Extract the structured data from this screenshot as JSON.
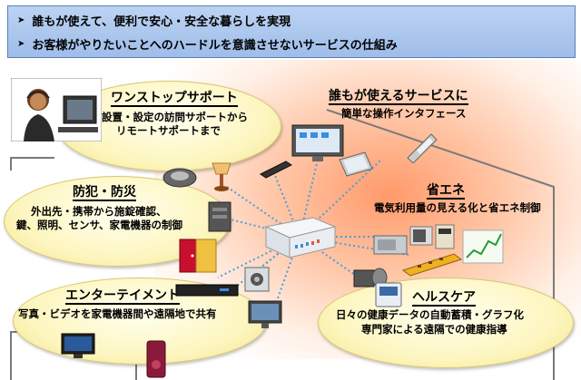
{
  "banner": {
    "lines": [
      "誰もが使えて、便利で安心・安全な暮らしを実現",
      "お客様がやりたいことへのハードルを意識させないサービスの仕組み"
    ]
  },
  "nodes": {
    "onestop": {
      "title": "ワンストップサポート",
      "desc": [
        "設置・設定の訪問サポートから",
        "リモートサポートまで"
      ]
    },
    "easy": {
      "title": "誰もが使えるサービスに",
      "desc": [
        "簡単な操作インタフェース"
      ]
    },
    "security": {
      "title": "防犯・防災",
      "desc": [
        "外出先・携帯から施錠確認、",
        "鍵、照明、センサ、家電機器の制御"
      ]
    },
    "energy": {
      "title": "省エネ",
      "desc": [
        "電気利用量の見える化と省エネ制御"
      ]
    },
    "entertainment": {
      "title": "エンターテイメント",
      "desc": [
        "写真・ビデオを家電機器間や遠隔地で共有"
      ]
    },
    "health": {
      "title": "ヘルスケア",
      "desc": [
        "日々の健康データの自動蓄積・グラフ化",
        "専門家による遠隔での健康指導"
      ]
    }
  },
  "colors": {
    "banner": "#a9c4ee",
    "oval": "#fdf6c0",
    "glow": "#ff9a6a",
    "hub": "#e8ecf0"
  }
}
